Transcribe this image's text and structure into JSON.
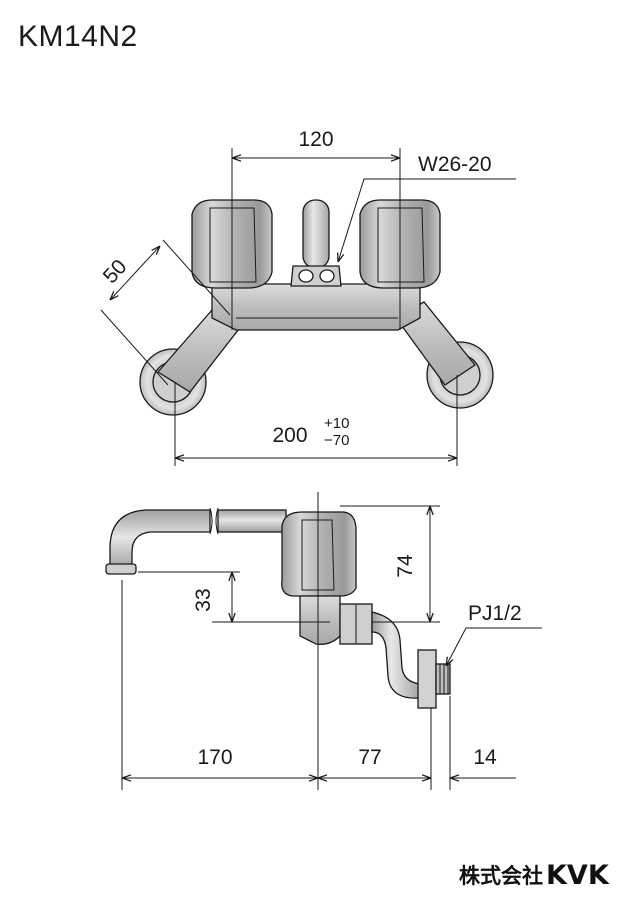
{
  "title": "KM14N2",
  "dimensions": {
    "spacing": "120",
    "thread": "W26-20",
    "depth": "50",
    "width": "200",
    "width_tol_plus": "+10",
    "width_tol_minus": "−70",
    "height": "74",
    "spout_height": "33",
    "pipe_thread": "PJ1/2",
    "spout_reach": "170",
    "body_depth": "77",
    "thread_len": "14"
  },
  "brand": {
    "company_jp": "株式会社",
    "logo": "KVK"
  },
  "colors": {
    "metal_dark": "#8a8a8a",
    "metal_mid": "#b9b9b9",
    "metal_light": "#e6e6e6",
    "line": "#1a1a1a"
  }
}
